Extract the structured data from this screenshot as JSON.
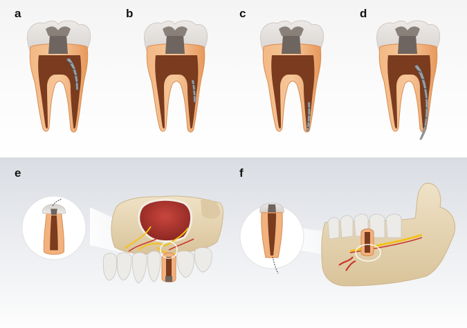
{
  "panels": [
    {
      "label": "a"
    },
    {
      "label": "b"
    },
    {
      "label": "c"
    },
    {
      "label": "d"
    },
    {
      "label": "e"
    },
    {
      "label": "f"
    }
  ],
  "colors": {
    "enamel": "#e2dedb",
    "dentin": "#f1b27e",
    "dentin_dark": "#dc8c4f",
    "pulp": "#7a3b1e",
    "filling": "#6f6560",
    "instrument": "#9aa0a6",
    "bone": "#e9d7b4",
    "sinus": "#b23a32",
    "nerve": "#f2c21b",
    "vessel": "#c8372c"
  }
}
